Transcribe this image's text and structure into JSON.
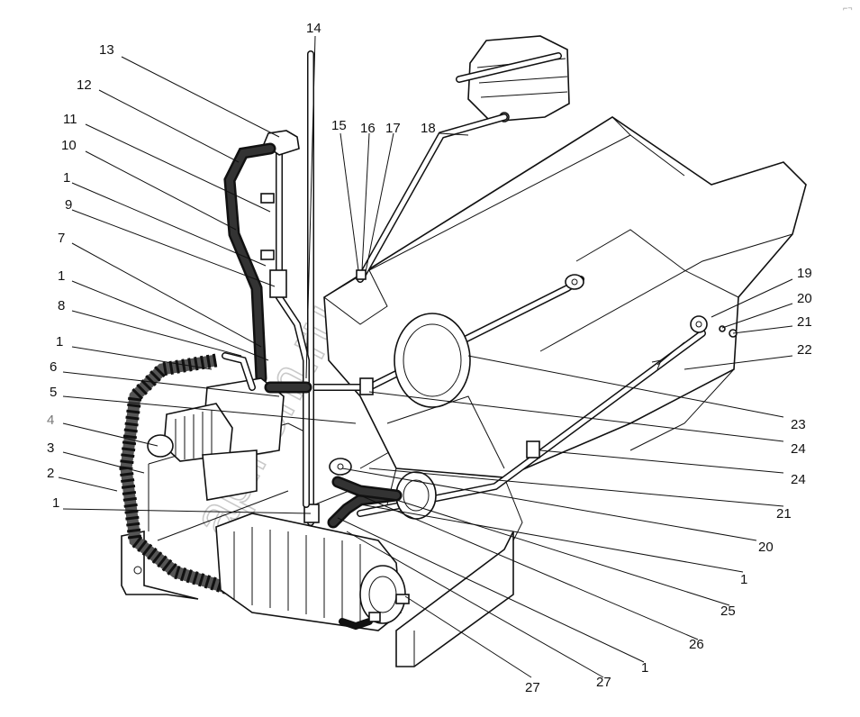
{
  "watermark": "aplkom.ru",
  "corner_mark": "⌐¬",
  "callouts": [
    {
      "id": "c13",
      "text": "13"
    },
    {
      "id": "c14",
      "text": "14"
    },
    {
      "id": "c12",
      "text": "12"
    },
    {
      "id": "c11",
      "text": "11"
    },
    {
      "id": "c10",
      "text": "10"
    },
    {
      "id": "c1a",
      "text": "1"
    },
    {
      "id": "c9",
      "text": "9"
    },
    {
      "id": "c7",
      "text": "7"
    },
    {
      "id": "c1b",
      "text": "1"
    },
    {
      "id": "c8",
      "text": "8"
    },
    {
      "id": "c1c",
      "text": "1"
    },
    {
      "id": "c6",
      "text": "6"
    },
    {
      "id": "c5",
      "text": "5"
    },
    {
      "id": "c4",
      "text": "4"
    },
    {
      "id": "c3",
      "text": "3"
    },
    {
      "id": "c2",
      "text": "2"
    },
    {
      "id": "c1d",
      "text": "1"
    },
    {
      "id": "c15",
      "text": "15"
    },
    {
      "id": "c16",
      "text": "16"
    },
    {
      "id": "c17",
      "text": "17"
    },
    {
      "id": "c18",
      "text": "18"
    },
    {
      "id": "c19",
      "text": "19"
    },
    {
      "id": "c20a",
      "text": "20"
    },
    {
      "id": "c21a",
      "text": "21"
    },
    {
      "id": "c22",
      "text": "22"
    },
    {
      "id": "c23",
      "text": "23"
    },
    {
      "id": "c24a",
      "text": "24"
    },
    {
      "id": "c24b",
      "text": "24"
    },
    {
      "id": "c21b",
      "text": "21"
    },
    {
      "id": "c20b",
      "text": "20"
    },
    {
      "id": "c1e",
      "text": "1"
    },
    {
      "id": "c25",
      "text": "25"
    },
    {
      "id": "c26",
      "text": "26"
    },
    {
      "id": "c1f",
      "text": "1"
    },
    {
      "id": "c27a",
      "text": "27"
    },
    {
      "id": "c27b",
      "text": "27"
    }
  ]
}
